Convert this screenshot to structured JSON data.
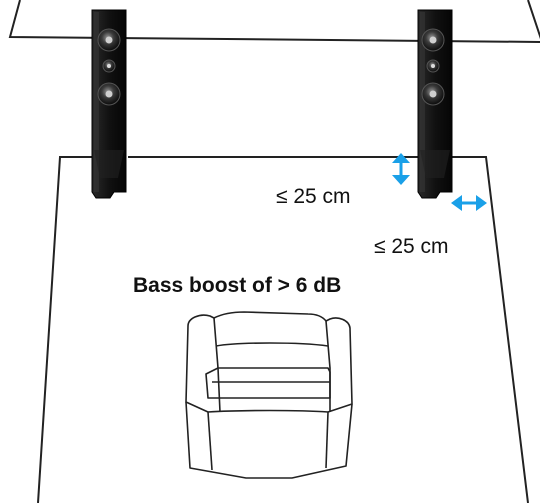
{
  "labels": {
    "wall_distance": "≤ 25 cm",
    "side_distance": "≤ 25 cm",
    "effect": "Bass boost of > 6 dB"
  },
  "colors": {
    "outline": "#222222",
    "speaker_body": "#141414",
    "arrow": "#1aa0e8"
  },
  "icons": {
    "speakers": [
      "floorstanding-speaker-icon",
      "floorstanding-speaker-icon"
    ],
    "seat": "armchair-icon",
    "arrows": [
      "vertical-double-arrow-icon",
      "horizontal-double-arrow-icon"
    ]
  }
}
